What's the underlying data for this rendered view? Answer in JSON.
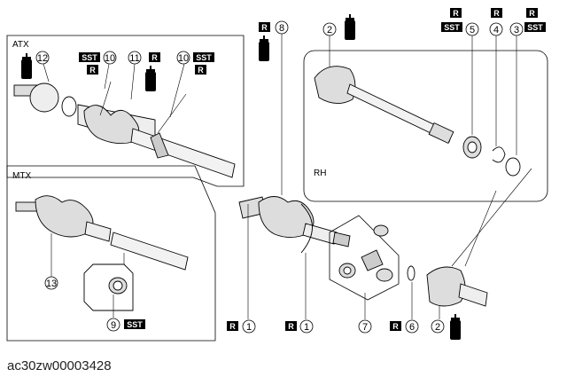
{
  "labels": {
    "atx": "ATX",
    "mtx": "MTX",
    "rh": "RH"
  },
  "tags": {
    "r": "R",
    "sst": "SST"
  },
  "grease_text": "GREASE",
  "callouts": {
    "c1": "1",
    "c2": "2",
    "c3": "3",
    "c4": "4",
    "c5": "5",
    "c6": "6",
    "c7": "7",
    "c8": "8",
    "c9": "9",
    "c10": "10",
    "c11": "11",
    "c12": "12",
    "c13": "13"
  },
  "figure_id": "ac30zw00003428"
}
